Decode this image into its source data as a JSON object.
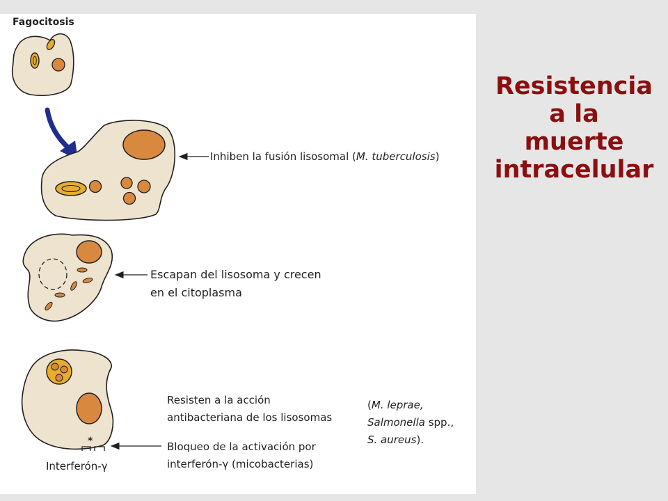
{
  "title": {
    "lines": [
      "Resistencia",
      "a la",
      "muerte",
      "intracelular"
    ],
    "color": "#8b0f0f"
  },
  "figure": {
    "top_label": "Fagocitosis",
    "stage1": {
      "prefix": "Inhiben la fusión lisosomal (",
      "organism": "M. tuberculosis",
      "suffix": ")"
    },
    "stage2": {
      "line1": "Escapan del lisosoma y crecen",
      "line2": "en el citoplasma"
    },
    "stage3": {
      "resist_line1": "Resisten a la acción",
      "resist_line2": "antibacteriana de los lisosomas",
      "examples": {
        "open": "(",
        "m_leprae": "M. leprae,",
        "salmonella": "Salmonella",
        "spp": " spp.,",
        "s_aureus": "S. aureus",
        "close": ")."
      },
      "block_line1": "Bloqueo de la activación por",
      "block_line2": "interferón-γ (micobacterias)",
      "receptor_label": "Interferón-γ",
      "receptor_mark": "*"
    },
    "colors": {
      "cell_fill": "#ede3cf",
      "lysosome_fill": "#d98840",
      "bacteria_fill": "#e6ad2e",
      "arrow_blue": "#1f2d8c"
    }
  }
}
